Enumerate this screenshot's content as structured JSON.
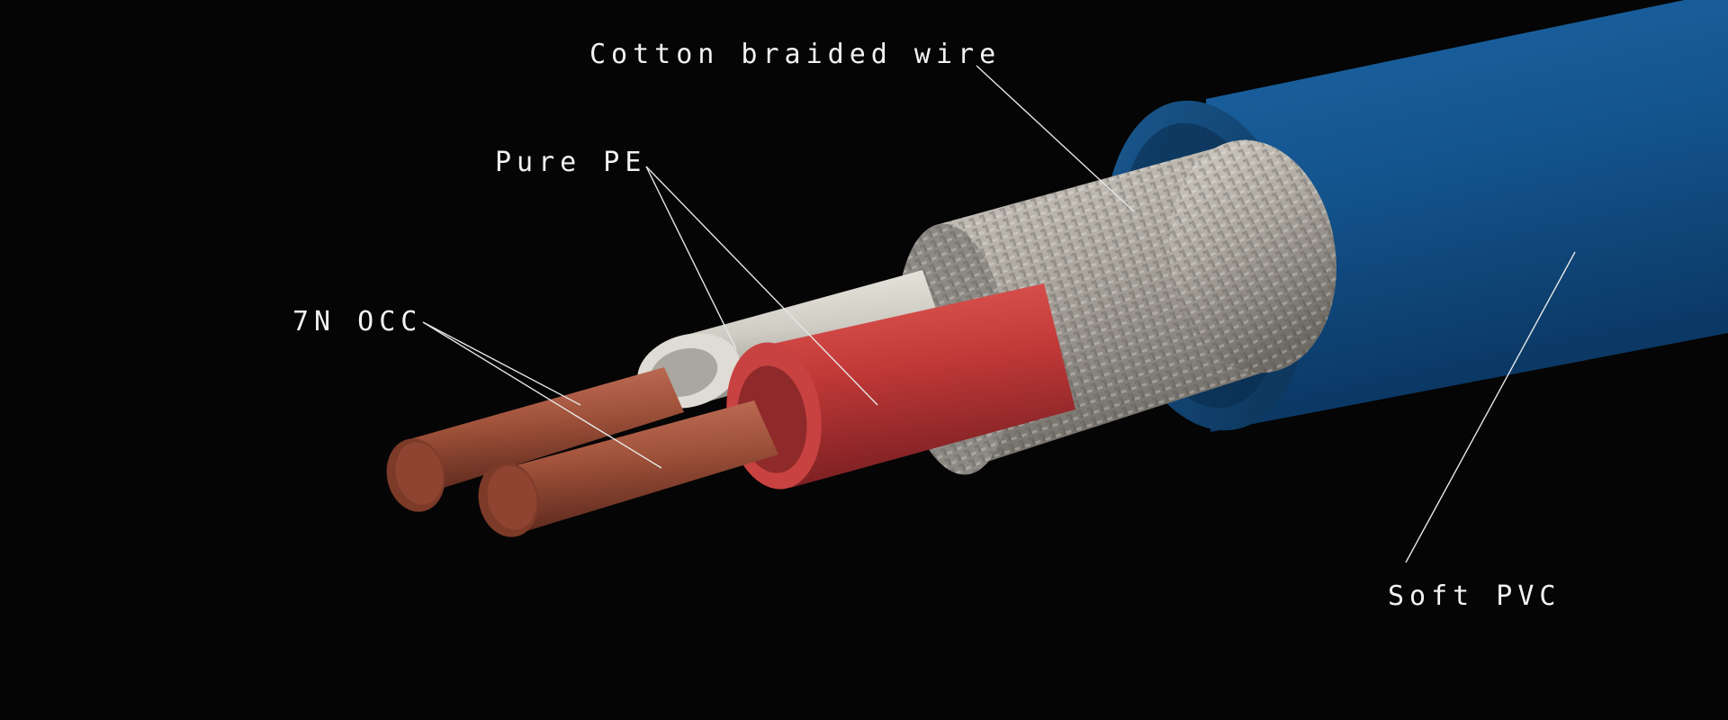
{
  "diagram": {
    "labels": {
      "cotton_braided_wire": "Cotton braided wire",
      "pure_pe": "Pure PE",
      "occ": "7N OCC",
      "soft_pvc": "Soft PVC"
    },
    "colors": {
      "background": "#050505",
      "pvc_jacket": "#0f4d80",
      "cotton_braid": "#a8a49c",
      "pe_white": "#d9d7cf",
      "pe_red": "#c0393a",
      "copper": "#9a4a32",
      "leader_line": "#e6e6e6"
    }
  }
}
